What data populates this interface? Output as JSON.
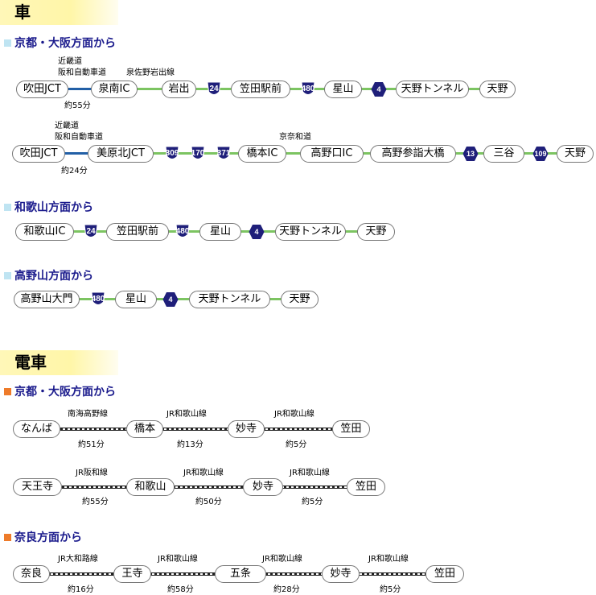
{
  "car": {
    "title": "車",
    "s1": {
      "title": "京都・大阪方面から",
      "r1": {
        "nodes": [
          "吹田JCT",
          "泉南IC",
          "岩出",
          "笠田駅前",
          "星山",
          "天野トンネル",
          "天野"
        ],
        "routes": [
          "24",
          "480",
          "4"
        ],
        "road1": "近畿道",
        "road2": "阪和自動車道",
        "road3": "泉佐野岩出線",
        "time": "約55分"
      },
      "r2": {
        "nodes": [
          "吹田JCT",
          "美原北JCT",
          "橋本IC",
          "高野口IC",
          "高野参詣大橋",
          "三谷",
          "天野"
        ],
        "routes": [
          "309",
          "170",
          "371",
          "13",
          "109"
        ],
        "road1": "近畿道",
        "road2": "阪和自動車道",
        "road3": "京奈和道",
        "time": "約24分"
      }
    },
    "s2": {
      "title": "和歌山方面から",
      "nodes": [
        "和歌山IC",
        "笠田駅前",
        "星山",
        "天野トンネル",
        "天野"
      ],
      "routes": [
        "24",
        "480",
        "4"
      ]
    },
    "s3": {
      "title": "高野山方面から",
      "nodes": [
        "高野山大門",
        "星山",
        "天野トンネル",
        "天野"
      ],
      "routes": [
        "480",
        "4"
      ]
    }
  },
  "train": {
    "title": "電車",
    "s1": {
      "title": "京都・大阪方面から",
      "r1": {
        "nodes": [
          "なんば",
          "橋本",
          "妙寺",
          "笠田"
        ],
        "lines": [
          "南海高野線",
          "JR和歌山線",
          "JR和歌山線"
        ],
        "times": [
          "約51分",
          "約13分",
          "約5分"
        ]
      },
      "r2": {
        "nodes": [
          "天王寺",
          "和歌山",
          "妙寺",
          "笠田"
        ],
        "lines": [
          "JR阪和線",
          "JR和歌山線",
          "JR和歌山線"
        ],
        "times": [
          "約55分",
          "約50分",
          "約5分"
        ]
      }
    },
    "s2": {
      "title": "奈良方面から",
      "nodes": [
        "奈良",
        "王寺",
        "五条",
        "妙寺",
        "笠田"
      ],
      "lines": [
        "JR大和路線",
        "JR和歌山線",
        "JR和歌山線",
        "JR和歌山線"
      ],
      "times": [
        "約16分",
        "約58分",
        "約28分",
        "約5分"
      ]
    }
  },
  "colors": {
    "road": "#7cc461",
    "expressway": "#225fa6",
    "route_sign": "#1f1f7a",
    "train_marker": "#ee7b2a",
    "car_marker": "#bfe4f2"
  }
}
